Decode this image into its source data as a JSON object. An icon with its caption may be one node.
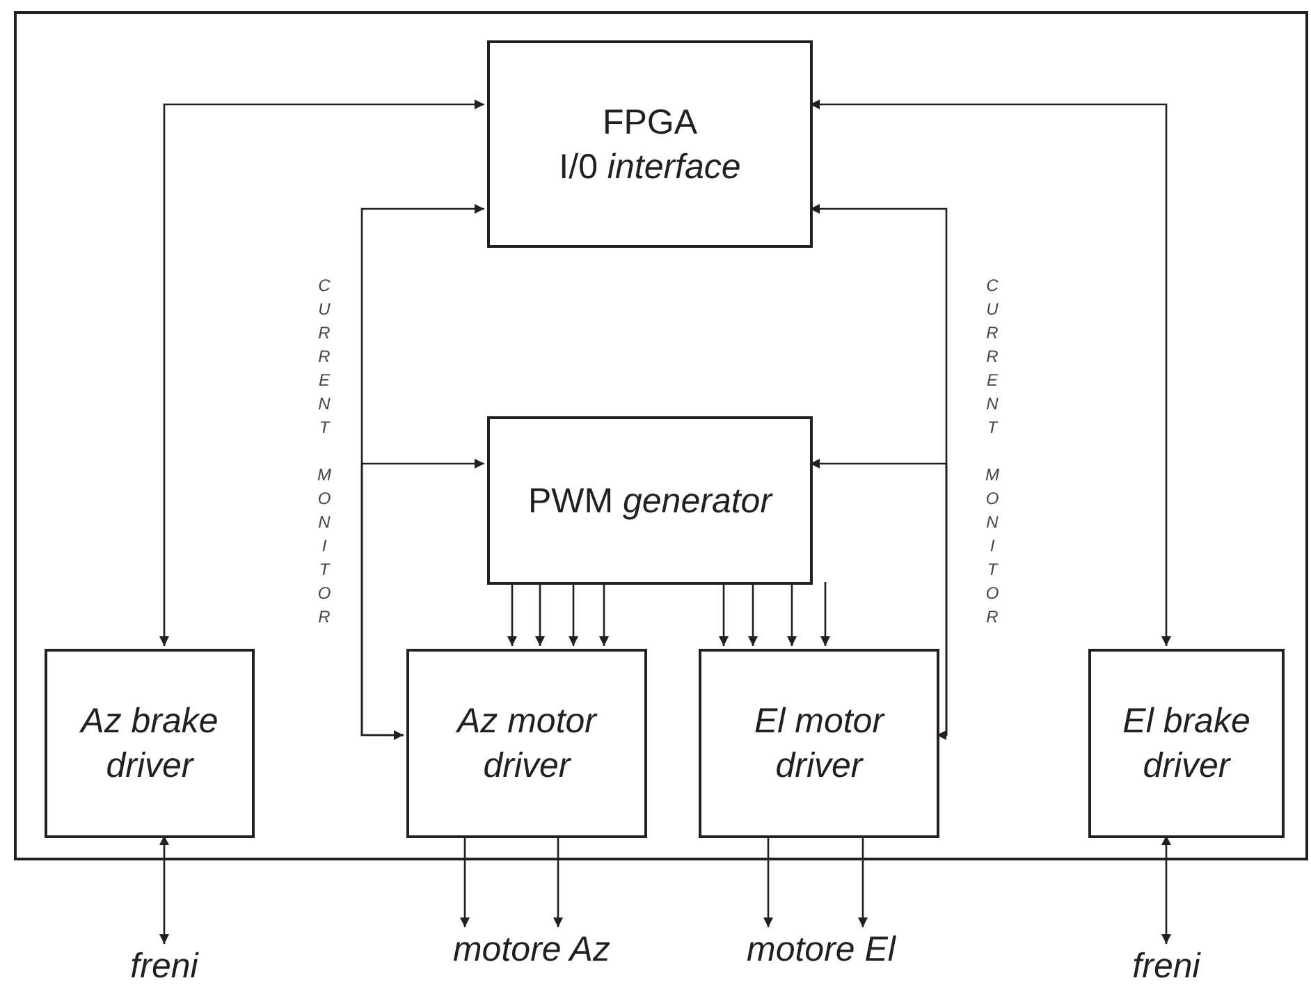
{
  "diagram": {
    "nodes": [
      {
        "text": [],
        "shape": "box"
      },
      {
        "text": [
          "FPGA",
          "I/0 *interface*"
        ],
        "in": 0
      },
      {
        "text": [
          "PWM *generator*"
        ],
        "in": 0
      },
      {
        "text": [
          "Az brake driver"
        ],
        "in": 0
      },
      {
        "text": [
          "Az motor driver"
        ],
        "in": 0
      },
      {
        "text": [
          "El motor driver"
        ],
        "in": 0
      },
      {
        "text": [
          "El brake driver"
        ],
        "in": 0
      },
      {
        "text": [
          "freni"
        ]
      },
      {
        "text": [
          "motore Az"
        ]
      },
      {
        "text": [
          "motore El"
        ]
      },
      {
        "text": [
          "freni"
        ]
      }
    ],
    "edges": [
      {
        "from": 1,
        "to": 3,
        "arrow": "both"
      },
      {
        "from": 1,
        "to": 4,
        "arrow": "both",
        "label": "CURRENT MONITOR"
      },
      {
        "from": 4,
        "to": 2,
        "arrow": "to"
      },
      {
        "from": 1,
        "to": 6,
        "arrow": "both"
      },
      {
        "from": 1,
        "to": 5,
        "arrow": "both",
        "label": "CURRENT MONITOR"
      },
      {
        "from": 5,
        "to": 2,
        "arrow": "to"
      },
      {
        "from": 2,
        "to": 4,
        "arrow": "to"
      },
      {
        "from": 2,
        "to": 4,
        "arrow": "to"
      },
      {
        "from": 2,
        "to": 4,
        "arrow": "to"
      },
      {
        "from": 2,
        "to": 4,
        "arrow": "to"
      },
      {
        "from": 2,
        "to": 5,
        "arrow": "to"
      },
      {
        "from": 2,
        "to": 5,
        "arrow": "to"
      },
      {
        "from": 2,
        "to": 5,
        "arrow": "to"
      },
      {
        "from": 2,
        "to": 5,
        "arrow": "to"
      },
      {
        "from": 3,
        "to": 7,
        "arrow": "both"
      },
      {
        "from": 4,
        "to": 8,
        "arrow": "to"
      },
      {
        "from": 4,
        "to": 8,
        "arrow": "to"
      },
      {
        "from": 5,
        "to": 9,
        "arrow": "to"
      },
      {
        "from": 5,
        "to": 9,
        "arrow": "to"
      },
      {
        "from": 6,
        "to": 10,
        "arrow": "both"
      }
    ]
  }
}
